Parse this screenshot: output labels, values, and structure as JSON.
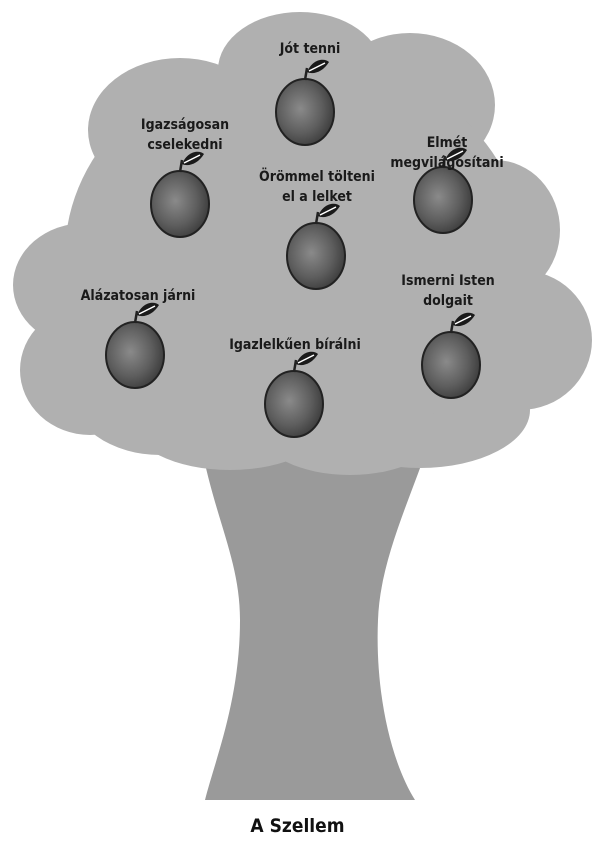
{
  "fruits": [
    {
      "label": "Jót tenni"
    },
    {
      "label": "Igazságosan\ncselekedni"
    },
    {
      "label": "Elmét\nmegvilágosítani"
    },
    {
      "label": "Örömmel tölteni\nel a lelket"
    },
    {
      "label": "Alázatosan járni"
    },
    {
      "label": "Ismerni Isten\ndolgait"
    },
    {
      "label": "Igazlelkűen bírálni"
    }
  ],
  "caption": "A Szellem"
}
